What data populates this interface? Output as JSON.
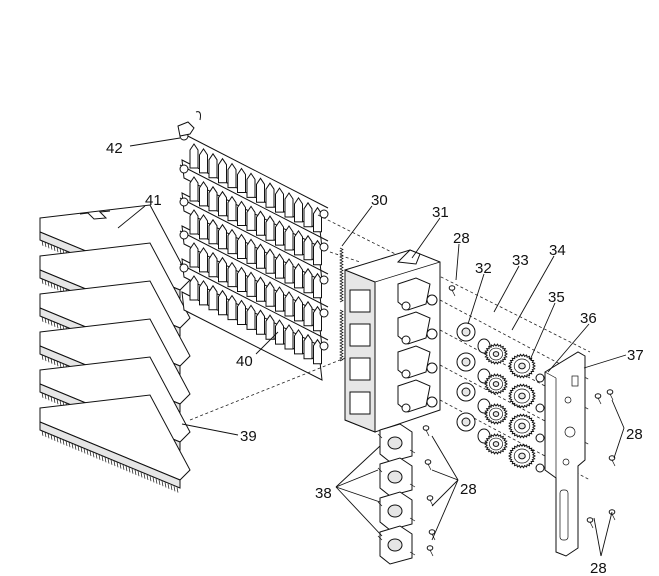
{
  "callouts": {
    "c42": "42",
    "c41": "41",
    "c40": "40",
    "c39": "39",
    "c30": "30",
    "c31": "31",
    "c28a": "28",
    "c32": "32",
    "c33": "33",
    "c34": "34",
    "c35": "35",
    "c36": "36",
    "c37": "37",
    "c28b": "28",
    "c38": "38",
    "c28c": "28",
    "c28d": "28"
  }
}
